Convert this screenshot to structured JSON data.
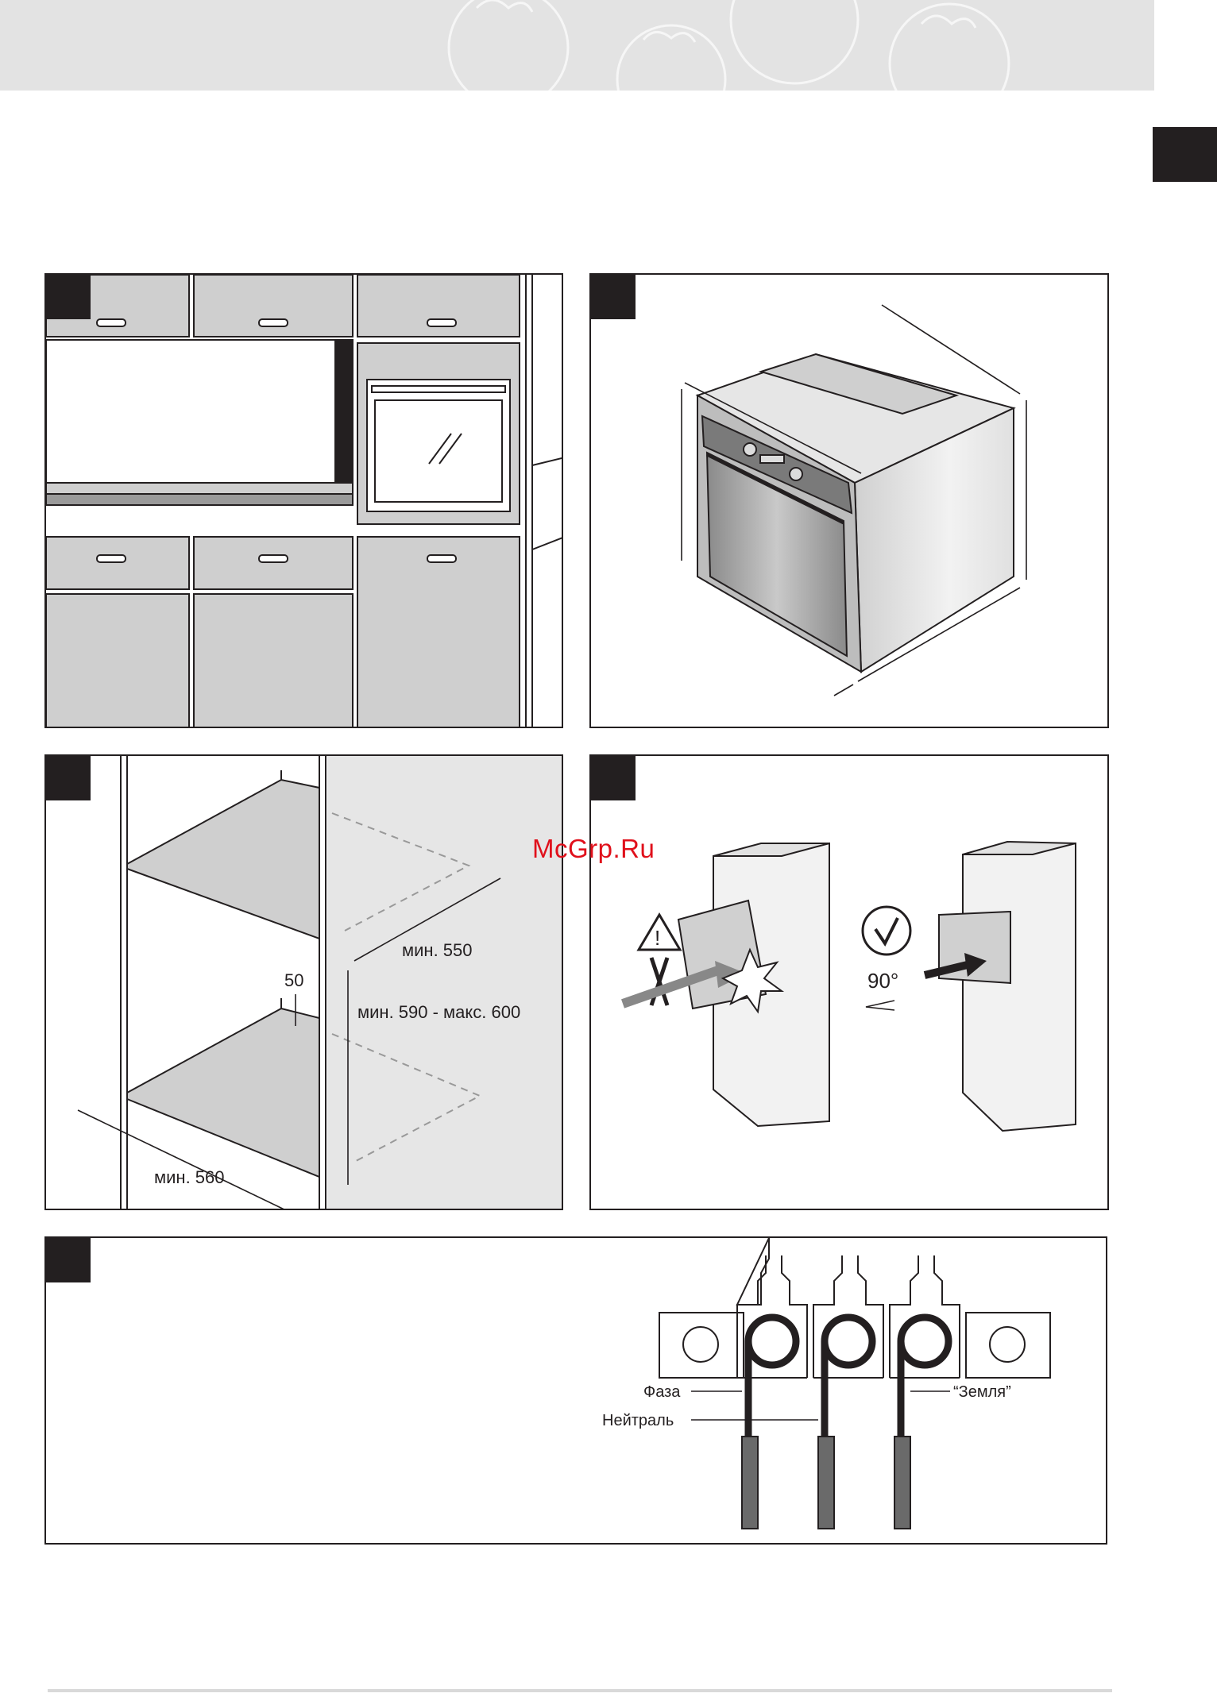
{
  "page": {
    "watermark": "McGrp.Ru"
  },
  "fig2": {
    "dim_depth": "мин. 550",
    "dim_height": "мин. 590 - макс. 600",
    "dim_gap": "50",
    "dim_width": "мин. 560"
  },
  "fig3": {
    "angle": "90°"
  },
  "fig4": {
    "label_phase": "Фаза",
    "label_neutral": "Нейтраль",
    "label_ground": "“Земля”"
  },
  "colors": {
    "dark": "#231f20",
    "cabinet_gray": "#cfcfcf",
    "header_gray": "#e3e3e3",
    "watermark_red": "#e0101b",
    "cable_gray": "#6a6a6a"
  }
}
